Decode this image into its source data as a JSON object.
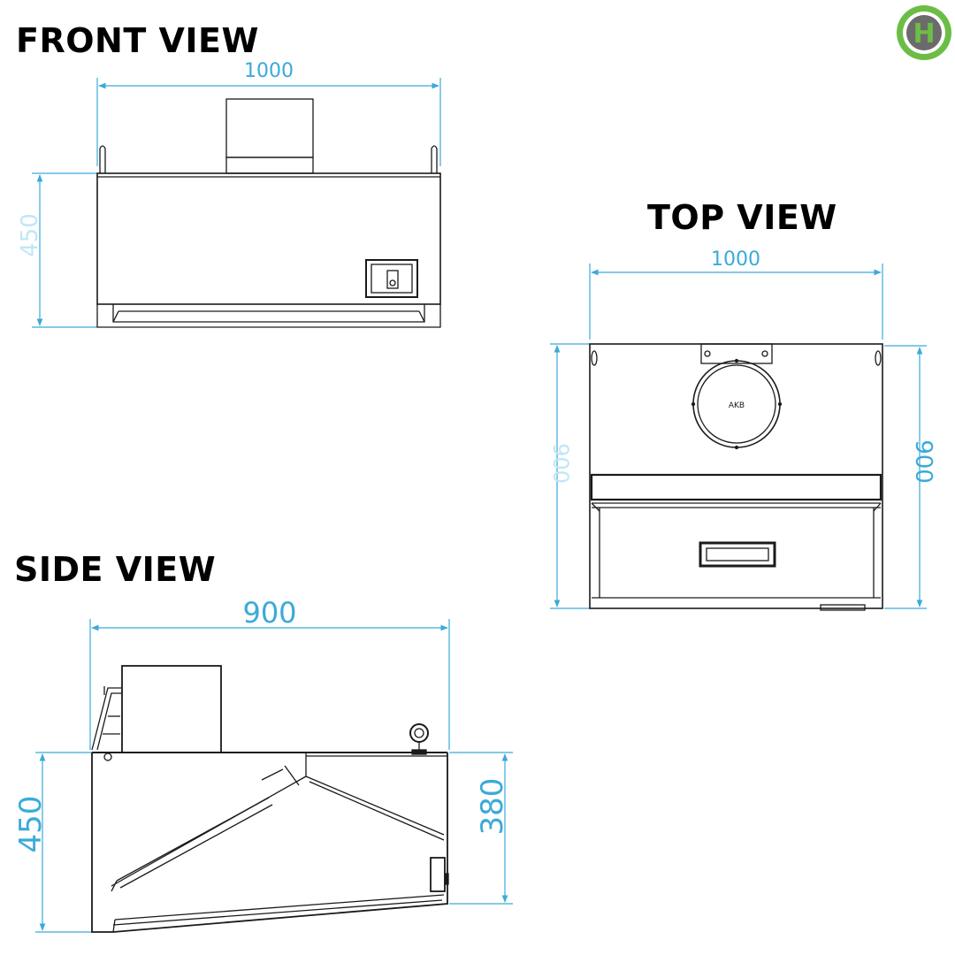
{
  "titles": {
    "front": "FRONT VIEW",
    "top": "TOP VIEW",
    "side": "SIDE VIEW"
  },
  "logo": {
    "letter": "H",
    "ring_color": "#6cbd45",
    "inner_color": "#6b6b6b"
  },
  "colors": {
    "dimension": "#3aaad8",
    "dimension_pale": "#bfe7f5",
    "line": "#1a1a1a"
  },
  "front_view": {
    "width_label": "1000",
    "height_label": "450"
  },
  "top_view": {
    "width_label": "1000",
    "depth_label_left": "900",
    "depth_label_right": "900",
    "fan_label": "AKB"
  },
  "side_view": {
    "depth_label": "900",
    "height_label": "450",
    "body_height_label": "380"
  }
}
